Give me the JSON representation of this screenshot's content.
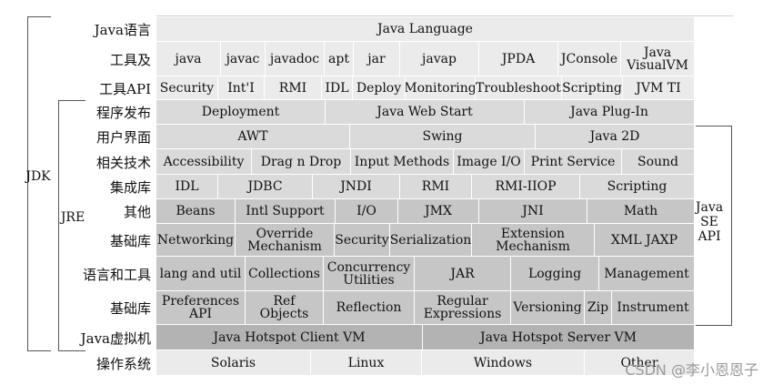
{
  "side_labels": {
    "jdk": "JDK",
    "jre": "JRE",
    "java_se_api": "Java\nSE\nAPI"
  },
  "watermark": "CSDN @李小恩恩子",
  "rows": [
    {
      "label": "Java语言",
      "shade": 1,
      "cells": [
        {
          "text": "Java Language",
          "span": 1
        }
      ]
    },
    {
      "label": "工具及",
      "shade": 1,
      "cells": [
        {
          "text": "java",
          "span": 70
        },
        {
          "text": "javac",
          "span": 48
        },
        {
          "text": "javadoc",
          "span": 64
        },
        {
          "text": "apt",
          "span": 31
        },
        {
          "text": "jar",
          "span": 50
        },
        {
          "text": "javap",
          "span": 85
        },
        {
          "text": "JPDA",
          "span": 85
        },
        {
          "text": "JConsole",
          "span": 68
        },
        {
          "text": "Java\nVisualVM",
          "span": 79
        }
      ]
    },
    {
      "label": "工具API",
      "shade": 1,
      "cells": [
        {
          "text": "Security",
          "span": 67
        },
        {
          "text": "Int'I",
          "span": 50
        },
        {
          "text": "RMI",
          "span": 62
        },
        {
          "text": "IDL",
          "span": 33
        },
        {
          "text": "Deploy",
          "span": 57
        },
        {
          "text": "Monitoring",
          "span": 75
        },
        {
          "text": "Troubleshoot",
          "span": 93
        },
        {
          "text": "Scripting",
          "span": 66
        },
        {
          "text": "JVM TI",
          "span": 77
        }
      ]
    },
    {
      "label": "程序发布",
      "shade": 2,
      "cells": [
        {
          "text": "Deployment",
          "span": 182
        },
        {
          "text": "Java Web Start",
          "span": 215
        },
        {
          "text": "Java Plug-In",
          "span": 183
        }
      ]
    },
    {
      "label": "用户界面",
      "shade": 2,
      "cells": [
        {
          "text": "AWT",
          "span": 209
        },
        {
          "text": "Swing",
          "span": 200
        },
        {
          "text": "Java 2D",
          "span": 171
        }
      ]
    },
    {
      "label": "相关技术",
      "shade": 2,
      "cells": [
        {
          "text": "Accessibility",
          "span": 103
        },
        {
          "text": "Drag n Drop",
          "span": 107
        },
        {
          "text": "Input Methods",
          "span": 111
        },
        {
          "text": "Image I/O",
          "span": 76
        },
        {
          "text": "Print Service",
          "span": 105
        },
        {
          "text": "Sound",
          "span": 78
        }
      ]
    },
    {
      "label": "集成库",
      "shade": 2,
      "cells": [
        {
          "text": "IDL",
          "span": 67
        },
        {
          "text": "JDBC",
          "span": 102
        },
        {
          "text": "JNDI",
          "span": 94
        },
        {
          "text": "RMI",
          "span": 77
        },
        {
          "text": "RMI-IIOP",
          "span": 117
        },
        {
          "text": "Scripting",
          "span": 123
        }
      ]
    },
    {
      "label": "其他",
      "shade": 3,
      "cells": [
        {
          "text": "Beans",
          "span": 85
        },
        {
          "text": "Intl Support",
          "span": 108
        },
        {
          "text": "I/O",
          "span": 68
        },
        {
          "text": "JMX",
          "span": 87
        },
        {
          "text": "JNI",
          "span": 117
        },
        {
          "text": "Math",
          "span": 115
        }
      ]
    },
    {
      "label": "基础库",
      "shade": 3,
      "cells": [
        {
          "text": "Networking",
          "span": 85
        },
        {
          "text": "Override\nMechanism",
          "span": 107
        },
        {
          "text": "Security",
          "span": 60
        },
        {
          "text": "Serialization",
          "span": 88
        },
        {
          "text": "Extension\nMechanism",
          "span": 132
        },
        {
          "text": "XML JAXP",
          "span": 108
        }
      ]
    },
    {
      "label": "语言和工具",
      "shade": 3,
      "cells": [
        {
          "text": "lang and util",
          "span": 96
        },
        {
          "text": "Collections",
          "span": 84
        },
        {
          "text": "Concurrency\nUtilities",
          "span": 98
        },
        {
          "text": "JAR",
          "span": 104
        },
        {
          "text": "Logging",
          "span": 95
        },
        {
          "text": "Management",
          "span": 103
        }
      ]
    },
    {
      "label": "基础库",
      "shade": 3,
      "cells": [
        {
          "text": "Preferences\nAPI",
          "span": 96
        },
        {
          "text": "Ref\nObjects",
          "span": 84
        },
        {
          "text": "Reflection",
          "span": 98
        },
        {
          "text": "Regular\nExpressions",
          "span": 104
        },
        {
          "text": "Versioning",
          "span": 79
        },
        {
          "text": "Zip",
          "span": 29
        },
        {
          "text": "Instrument",
          "span": 90
        }
      ]
    },
    {
      "label": "Java虚拟机",
      "shade": 4,
      "cells": [
        {
          "text": "Java Hotspot Client VM",
          "span": 287
        },
        {
          "text": "Java Hotspot Server VM",
          "span": 293
        }
      ]
    },
    {
      "label": "操作系统",
      "shade": 1,
      "cells": [
        {
          "text": "Solaris",
          "span": 167
        },
        {
          "text": "Linux",
          "span": 120
        },
        {
          "text": "Windows",
          "span": 175
        },
        {
          "text": "Other",
          "span": 118
        }
      ]
    }
  ]
}
